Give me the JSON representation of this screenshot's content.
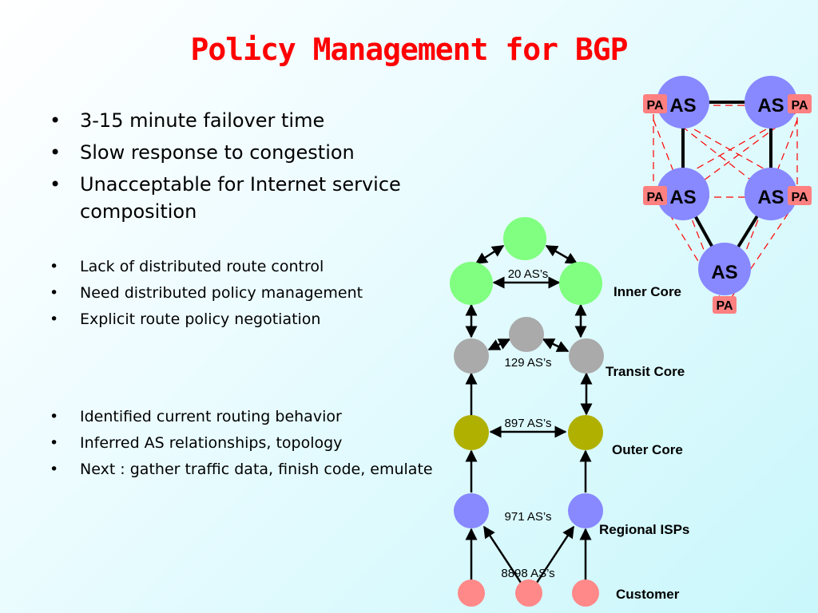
{
  "slide": {
    "title": "Policy Management for BGP",
    "bullet_marker": "•",
    "bullets_primary": [
      "3-15 minute failover time",
      "Slow response to congestion",
      "Unacceptable for Internet service composition"
    ],
    "bullets_secondary": [
      "Lack of distributed route control",
      "Need distributed policy management",
      "Explicit route policy negotiation"
    ],
    "bullets_tertiary": [
      "Identified current routing behavior",
      "Inferred AS relationships, topology",
      "Next : gather traffic data, finish code, emulate"
    ]
  },
  "hierarchy": {
    "tiers": [
      {
        "label": "Inner Core",
        "count": "20 AS’s",
        "color": "#80ff80"
      },
      {
        "label": "Transit Core",
        "count": "129 AS’s",
        "color": "#aaaaaa"
      },
      {
        "label": "Outer Core",
        "count": "897 AS’s",
        "color": "#b0b000"
      },
      {
        "label": "Regional ISPs",
        "count": "971 AS’s",
        "color": "#8888ff"
      },
      {
        "label": "Customer",
        "count": "8898 AS’s",
        "color": "#ff8888"
      }
    ]
  },
  "as_topology": {
    "node_label": "AS",
    "agent_label": "PA",
    "node_color": "#8888ff",
    "agent_color": "#ff8080",
    "link_color": "#000000",
    "dashed_color": "#ff0000"
  }
}
